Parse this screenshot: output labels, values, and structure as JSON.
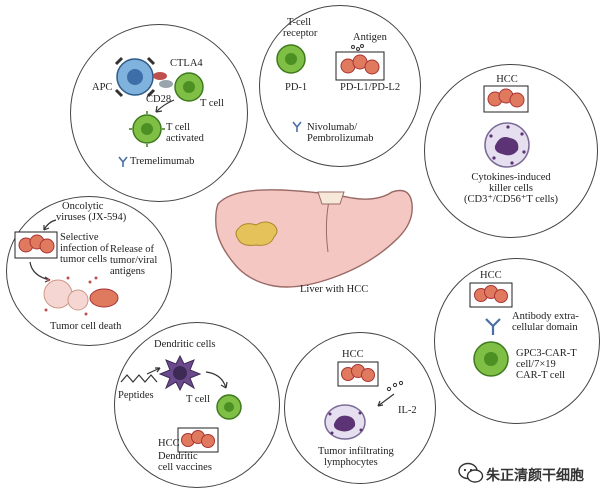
{
  "ctla4_panel": {
    "apc": "APC",
    "cd28": "CD28",
    "ctla4": "CTLA4",
    "tcell": "T cell",
    "activated_1": "T cell",
    "activated_2": "activated",
    "drug": "Tremelimumab"
  },
  "pd1_panel": {
    "receptor_1": "T-cell",
    "receptor_2": "receptor",
    "antigen": "Antigen",
    "pd1": "PD-1",
    "pdl": "PD-L1/PD-L2",
    "drug_1": "Nivolumab/",
    "drug_2": "Pembrolizumab"
  },
  "cik_panel": {
    "hcc": "HCC",
    "line1": "Cytokines-induced",
    "line2": "killer cells",
    "line3": "(CD3⁺/CD56⁺T cells)"
  },
  "oncolytic_panel": {
    "title_1": "Oncolytic",
    "title_2": "viruses (JX-594)",
    "sel_1": "Selective",
    "sel_2": "infection of",
    "sel_3": "tumor cells",
    "rel_1": "Release of",
    "rel_2": "tumor/viral",
    "rel_3": "antigens",
    "death": "Tumor cell death"
  },
  "liver": {
    "label": "Liver with HCC"
  },
  "car_panel": {
    "hcc": "HCC",
    "ab_1": "Antibody extra-",
    "ab_2": "cellular domain",
    "car_1": "GPC3-CAR-T",
    "car_2": "cell/7×19",
    "car_3": "CAR-T cell"
  },
  "dc_panel": {
    "title": "Dendritic cells",
    "peptides": "Peptides",
    "tcell": "T cell",
    "hcc": "HCC",
    "vac_1": "Dendritic",
    "vac_2": "cell vaccines"
  },
  "til_panel": {
    "hcc": "HCC",
    "il2": "IL-2",
    "line1": "Tumor infiltrating",
    "line2": "lymphocytes"
  },
  "watermark": {
    "text": "朱正清颜干细胞"
  },
  "colors": {
    "liver": "#f4c7c3",
    "tumor": "#e6c25a",
    "tcell": "#7fbf45",
    "apc": "#7fb2dd",
    "killer": "#8a5a9c",
    "hcc_cell": "#e07a5f"
  }
}
